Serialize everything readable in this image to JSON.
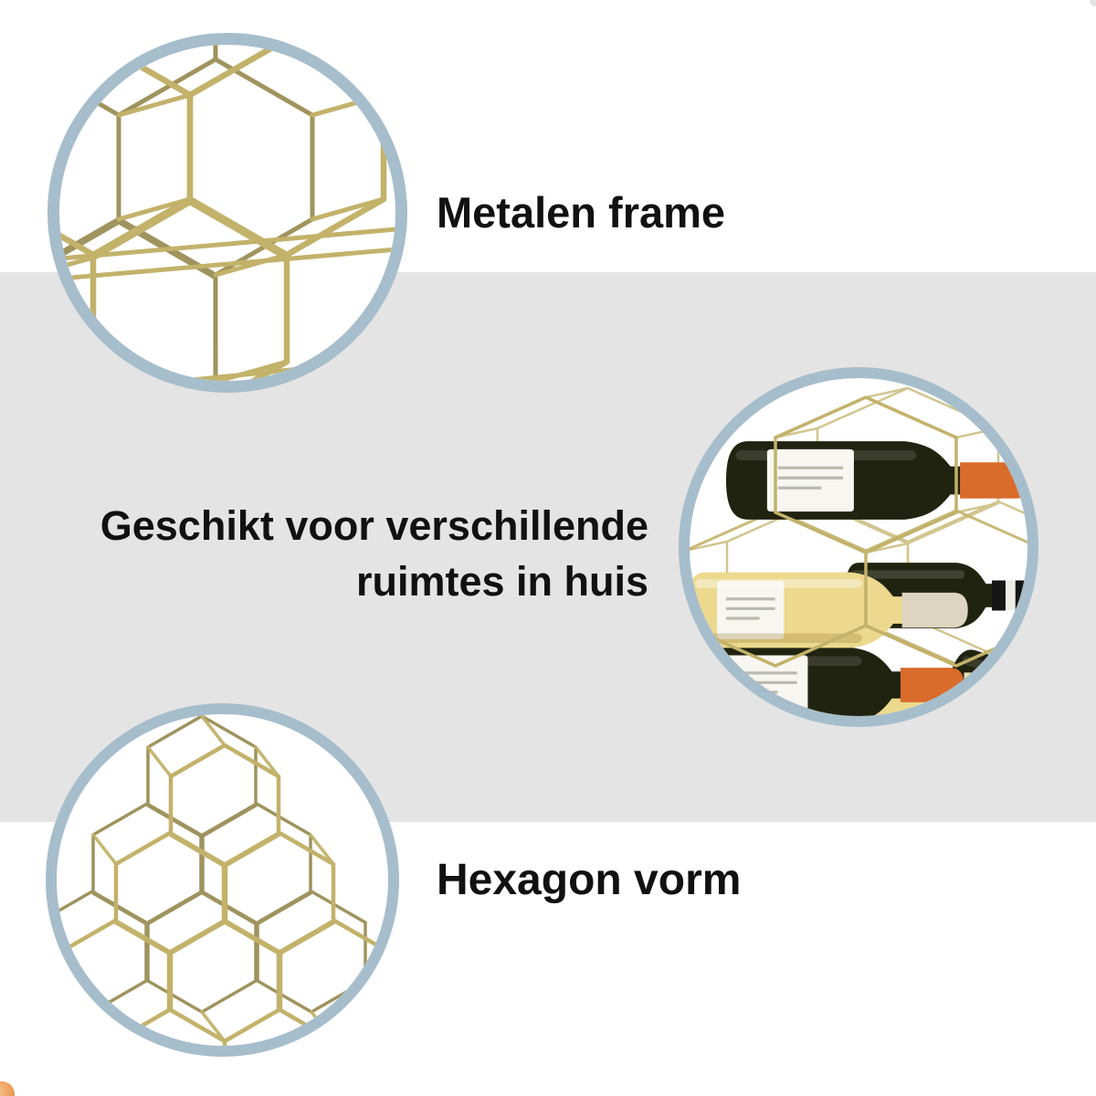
{
  "features": [
    {
      "id": "metalen-frame",
      "label": "Metalen frame",
      "photo_alt": "gold-metal-hexagon-wire-frame-closeup"
    },
    {
      "id": "ruimtes-in-huis",
      "label_line1": "Geschikt voor verschillende",
      "label_line2": "ruimtes in huis",
      "photo_alt": "gold-hexagon-wine-rack-with-six-bottles"
    },
    {
      "id": "hexagon-vorm",
      "label": "Hexagon vorm",
      "photo_alt": "gold-wire-hexagon-shaped-rack"
    }
  ],
  "colors": {
    "page_bg": "#ffffff",
    "band": "#e4e4e4",
    "ring": "#a6bdcb",
    "text": "#111111",
    "gold": "#c2b26a",
    "gold_dark": "#8f8142",
    "gold_light": "#e9e2b4",
    "bottle_dark": "#20230f",
    "bottle_pale": "#ecd98e",
    "capsule_orange": "#d96b2b",
    "capsule_cream": "#ddd5c0",
    "capsule_black": "#161616",
    "capsule_white_band": "#efeee6",
    "label": "#f7f6f1",
    "label_line": "#a8a496",
    "orange_fragment": "#eda15e",
    "corner_speck": "#dde1e4"
  }
}
